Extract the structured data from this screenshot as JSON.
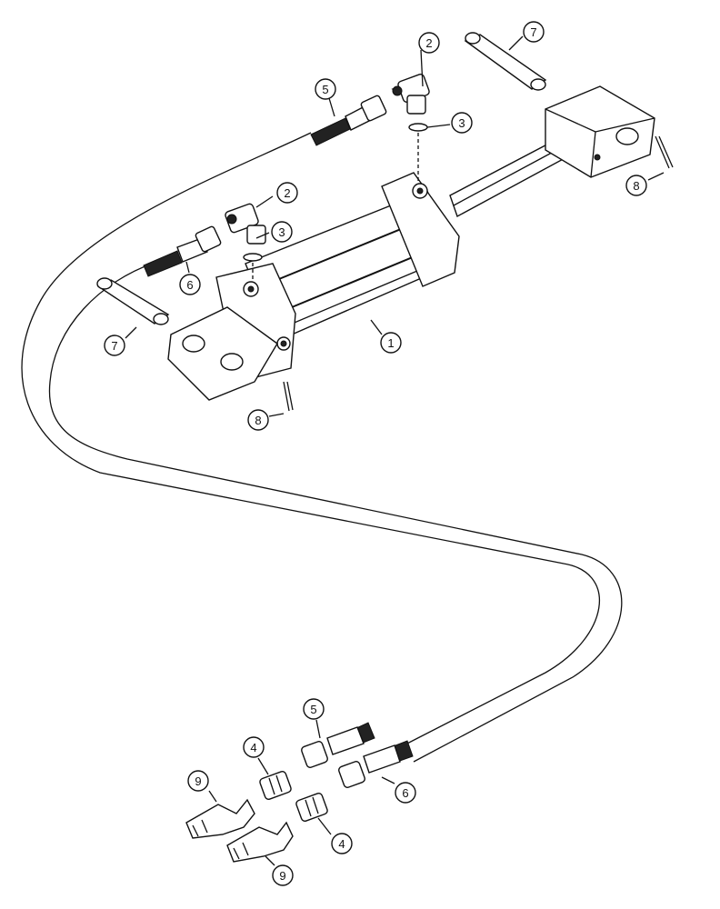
{
  "colors": {
    "ink": "#111111",
    "background": "#ffffff"
  },
  "callouts": [
    {
      "id": "c1",
      "label": "1"
    },
    {
      "id": "c2a",
      "label": "2"
    },
    {
      "id": "c2b",
      "label": "2"
    },
    {
      "id": "c3a",
      "label": "3"
    },
    {
      "id": "c3b",
      "label": "3"
    },
    {
      "id": "c4a",
      "label": "4"
    },
    {
      "id": "c4b",
      "label": "4"
    },
    {
      "id": "c5a",
      "label": "5"
    },
    {
      "id": "c5b",
      "label": "5"
    },
    {
      "id": "c6a",
      "label": "6"
    },
    {
      "id": "c6b",
      "label": "6"
    },
    {
      "id": "c7a",
      "label": "7"
    },
    {
      "id": "c7b",
      "label": "7"
    },
    {
      "id": "c8a",
      "label": "8"
    },
    {
      "id": "c8b",
      "label": "8"
    },
    {
      "id": "c9a",
      "label": "9"
    },
    {
      "id": "c9b",
      "label": "9"
    }
  ]
}
